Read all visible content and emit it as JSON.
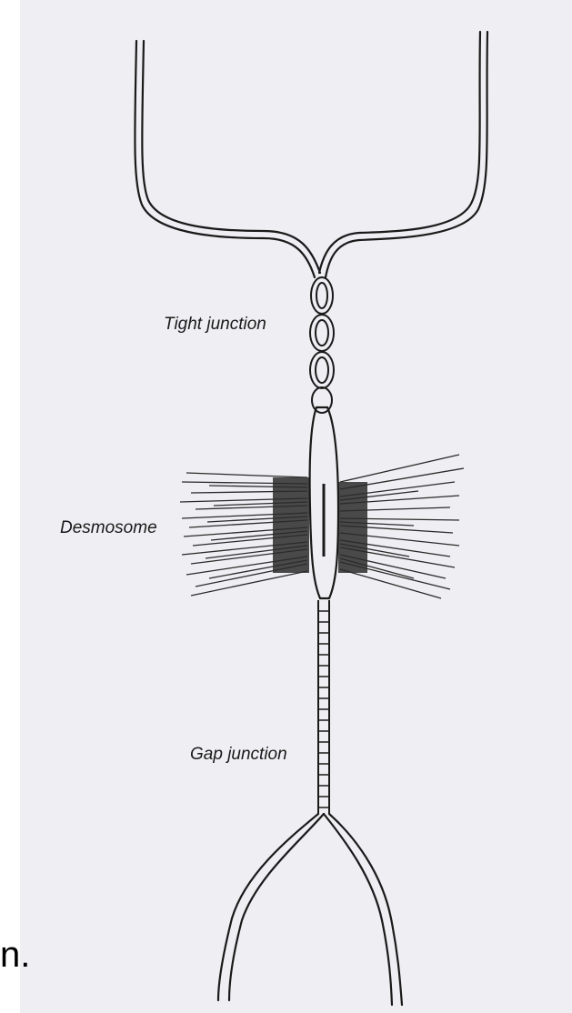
{
  "figure": {
    "labels": {
      "tight_junction": "Tight junction",
      "desmosome": "Desmosome",
      "gap_junction": "Gap junction"
    },
    "edge_fragment": "n."
  },
  "colors": {
    "paper": "#efeef2",
    "ink": "#1a1a1a",
    "desmosome_fibers": "#2b2b2b"
  }
}
